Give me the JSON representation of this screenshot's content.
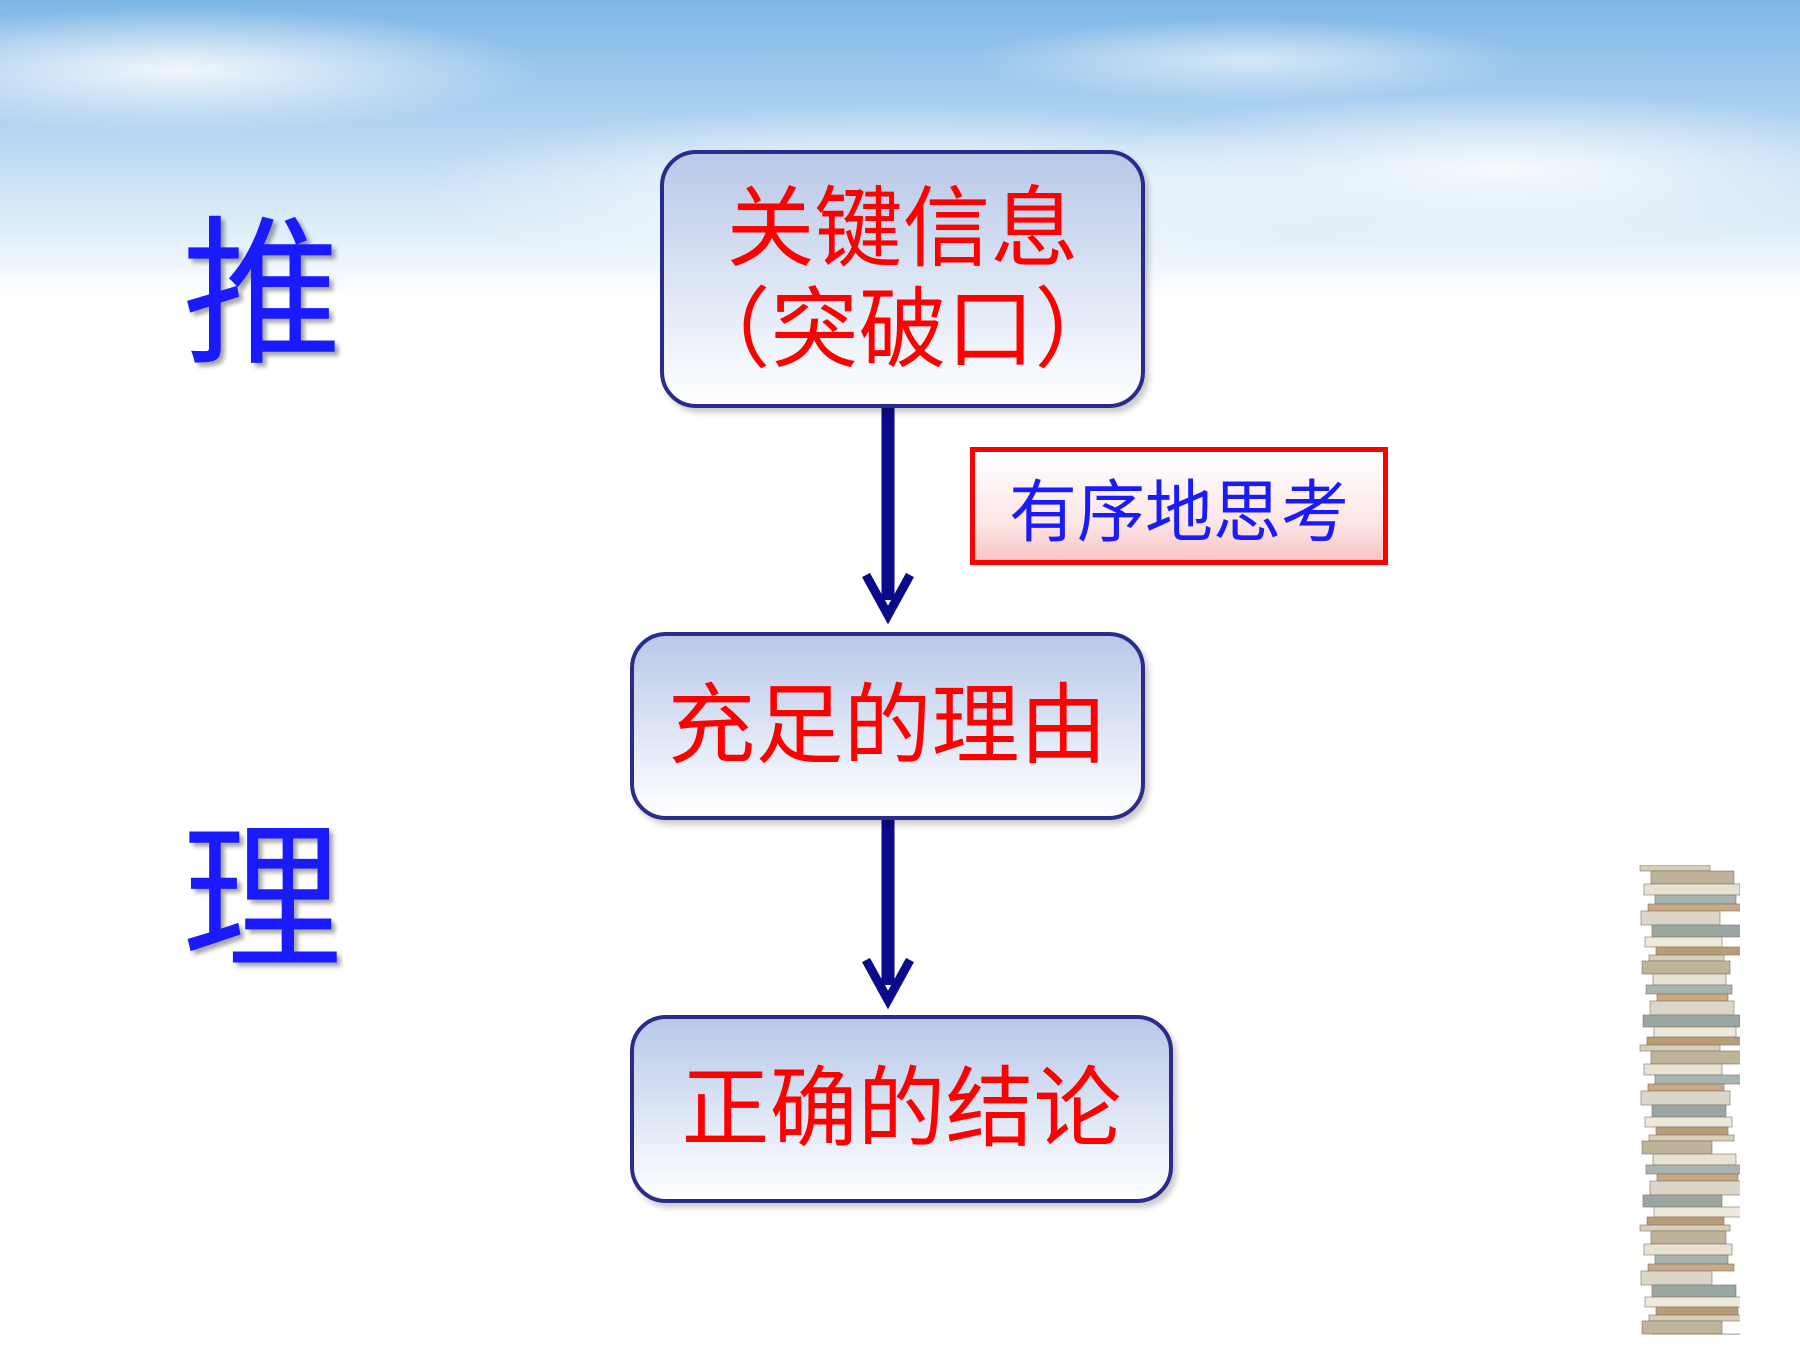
{
  "side_label": {
    "top_char": "推",
    "bottom_char": "理"
  },
  "nodes": {
    "key_info": {
      "line1": "关键信息",
      "line2": "（突破口）"
    },
    "reason": "充足的理由",
    "conclusion": "正确的结论"
  },
  "note": "有序地思考",
  "colors": {
    "node_text": "#ff0000",
    "side_text": "#1a1aff",
    "note_text": "#1a1aff",
    "note_border": "#ff0000",
    "node_border": "#2b2b8c",
    "arrow": "#0a0a8a"
  },
  "icons": {
    "decoration": "book-stack-icon"
  }
}
